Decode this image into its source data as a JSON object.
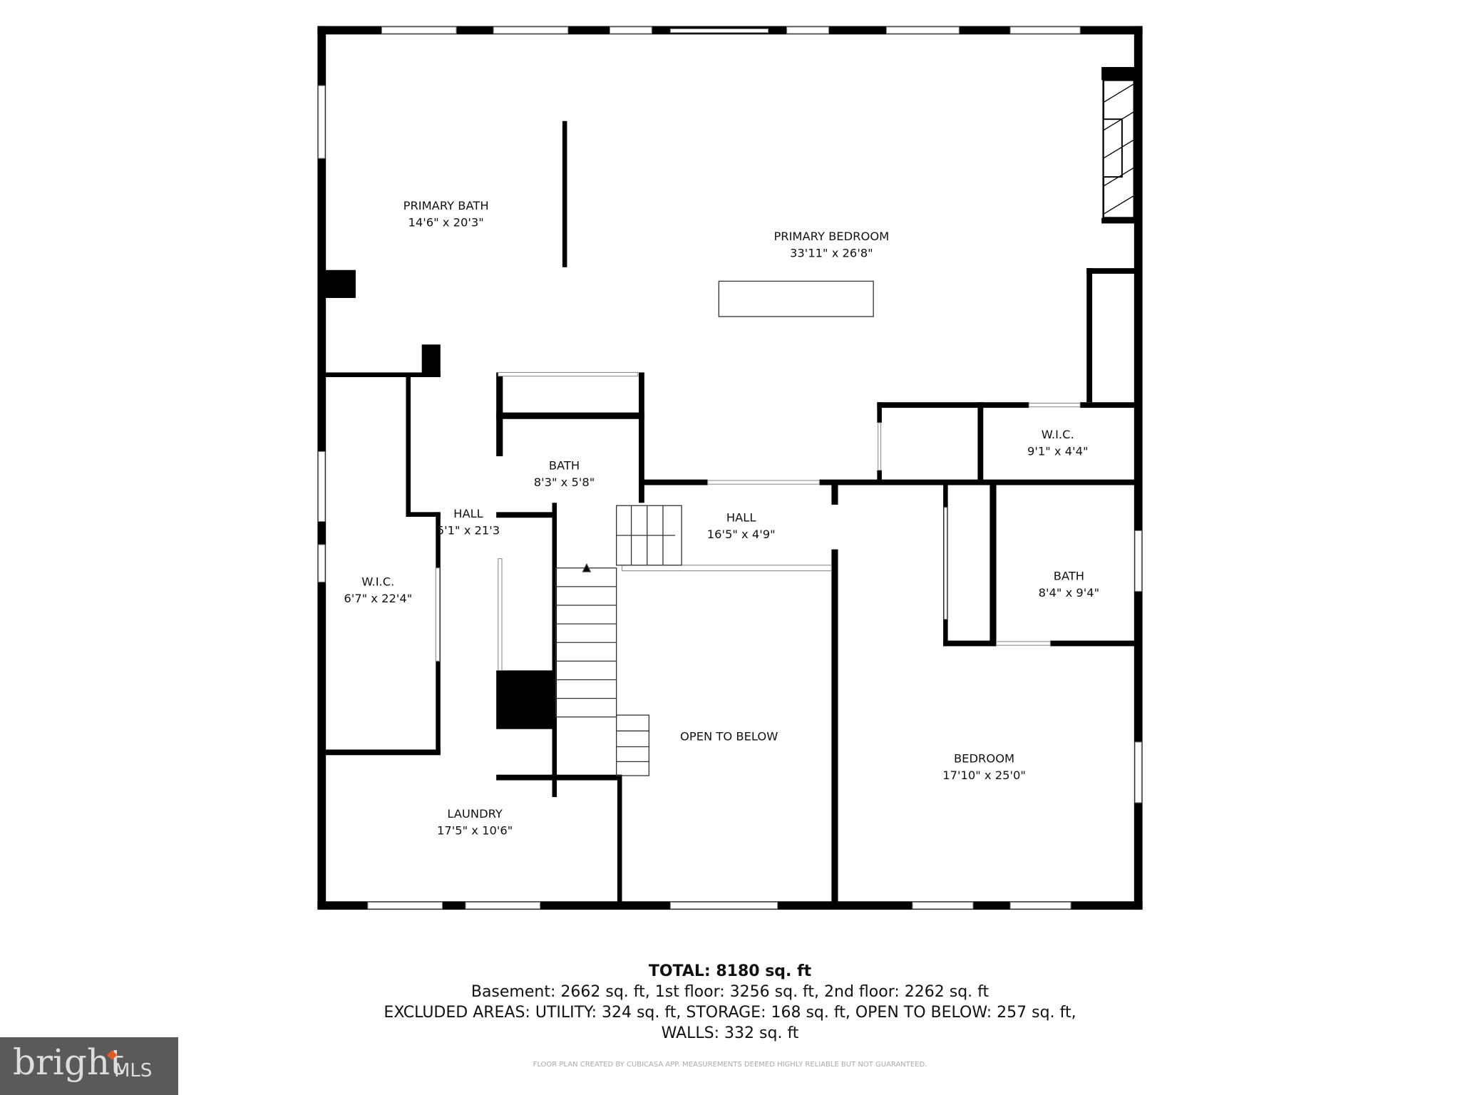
{
  "rooms": {
    "primary_bath": {
      "name": "PRIMARY BATH",
      "dims": "14'6\" x 20'3\""
    },
    "primary_bedroom": {
      "name": "PRIMARY BEDROOM",
      "dims": "33'11\" x 26'8\""
    },
    "bath_small": {
      "name": "BATH",
      "dims": "8'3\" x 5'8\""
    },
    "hall_left": {
      "name": "HALL",
      "dims": "5'1\" x 21'3"
    },
    "hall_center": {
      "name": "HALL",
      "dims": "16'5\" x 4'9\""
    },
    "wic_right": {
      "name": "W.I.C.",
      "dims": "9'1\" x 4'4\""
    },
    "wic_left": {
      "name": "W.I.C.",
      "dims": "6'7\" x 22'4\""
    },
    "bath_right": {
      "name": "BATH",
      "dims": "8'4\" x 9'4\""
    },
    "open_to_below": {
      "name": "OPEN TO BELOW"
    },
    "bedroom": {
      "name": "BEDROOM",
      "dims": "17'10\" x 25'0\""
    },
    "laundry": {
      "name": "LAUNDRY",
      "dims": "17'5\" x 10'6\""
    }
  },
  "totals": {
    "total": "TOTAL: 8180 sq. ft",
    "floors": "Basement: 2662 sq. ft, 1st floor: 3256 sq. ft, 2nd floor: 2262 sq. ft",
    "excluded": "EXCLUDED AREAS: UTILITY: 324 sq. ft, STORAGE: 168 sq. ft, OPEN TO BELOW: 257 sq. ft,",
    "walls": "WALLS: 332 sq. ft"
  },
  "credit": "FLOOR PLAN CREATED BY CUBICASA APP. MEASUREMENTS DEEMED HIGHLY RELIABLE BUT NOT GUARANTEED.",
  "logo": {
    "brand": "bright",
    "suffix": "MLS",
    "accent": "#e05a2a"
  }
}
